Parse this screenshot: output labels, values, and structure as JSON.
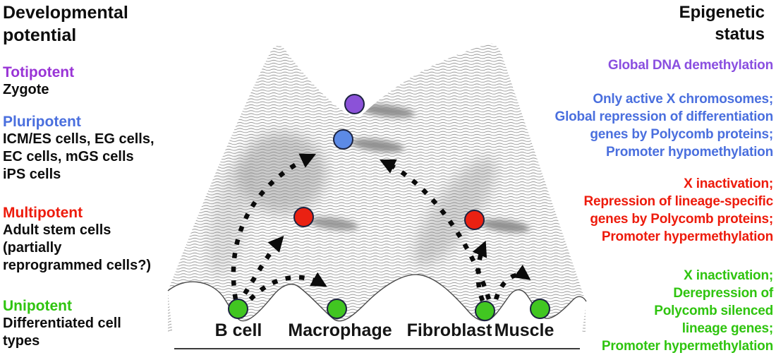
{
  "left_panel": {
    "title_line1": "Developmental",
    "title_line2": "potential",
    "sections": [
      {
        "heading": "Totipotent",
        "color": "#9934D6",
        "lines": [
          "Zygote"
        ]
      },
      {
        "heading": "Pluripotent",
        "color": "#4A6FDE",
        "lines": [
          "ICM/ES cells, EG cells,",
          "EC cells, mGS cells",
          "iPS cells"
        ]
      },
      {
        "heading": "Multipotent",
        "color": "#ED1B0C",
        "lines": [
          "Adult stem cells",
          "(partially",
          "reprogrammed cells?)"
        ]
      },
      {
        "heading": "Unipotent",
        "color": "#2FC40F",
        "lines": [
          "Differentiated cell",
          "types"
        ]
      }
    ]
  },
  "right_panel": {
    "title_line1": "Epigenetic",
    "title_line2": "status",
    "blocks": [
      {
        "color": "#8A4FE0",
        "lines": [
          "Global DNA demethylation"
        ]
      },
      {
        "color": "#4A6FDE",
        "lines": [
          "Only active X chromosomes;",
          "Global repression of differentiation",
          "genes by Polycomb proteins;",
          "Promoter hypomethylation"
        ]
      },
      {
        "color": "#ED1B0C",
        "lines": [
          "X inactivation;",
          "Repression of lineage-specific",
          "genes by Polycomb proteins;",
          "Promoter hypermethylation"
        ]
      },
      {
        "color": "#2FC40F",
        "lines": [
          "X inactivation;",
          "Derepression of",
          "Polycomb silenced",
          "lineage genes;",
          "Promoter hypermethylation"
        ]
      }
    ]
  },
  "landscape": {
    "cell_labels": [
      "B cell",
      "Macrophage",
      "Fibroblast",
      "Muscle"
    ],
    "arrow_color": "#0b0b0b",
    "nodes": [
      {
        "id": "zygote-node",
        "color": "#8B52D8"
      },
      {
        "id": "pluripotent-node",
        "color": "#5C8AE6"
      },
      {
        "id": "multipotent-node-left",
        "color": "#EA2112"
      },
      {
        "id": "multipotent-node-right",
        "color": "#EA2112"
      },
      {
        "id": "b-cell-node",
        "color": "#41C621"
      },
      {
        "id": "macrophage-node",
        "color": "#41C621"
      },
      {
        "id": "fibroblast-node",
        "color": "#41C621"
      },
      {
        "id": "muscle-node",
        "color": "#41C621"
      }
    ]
  }
}
